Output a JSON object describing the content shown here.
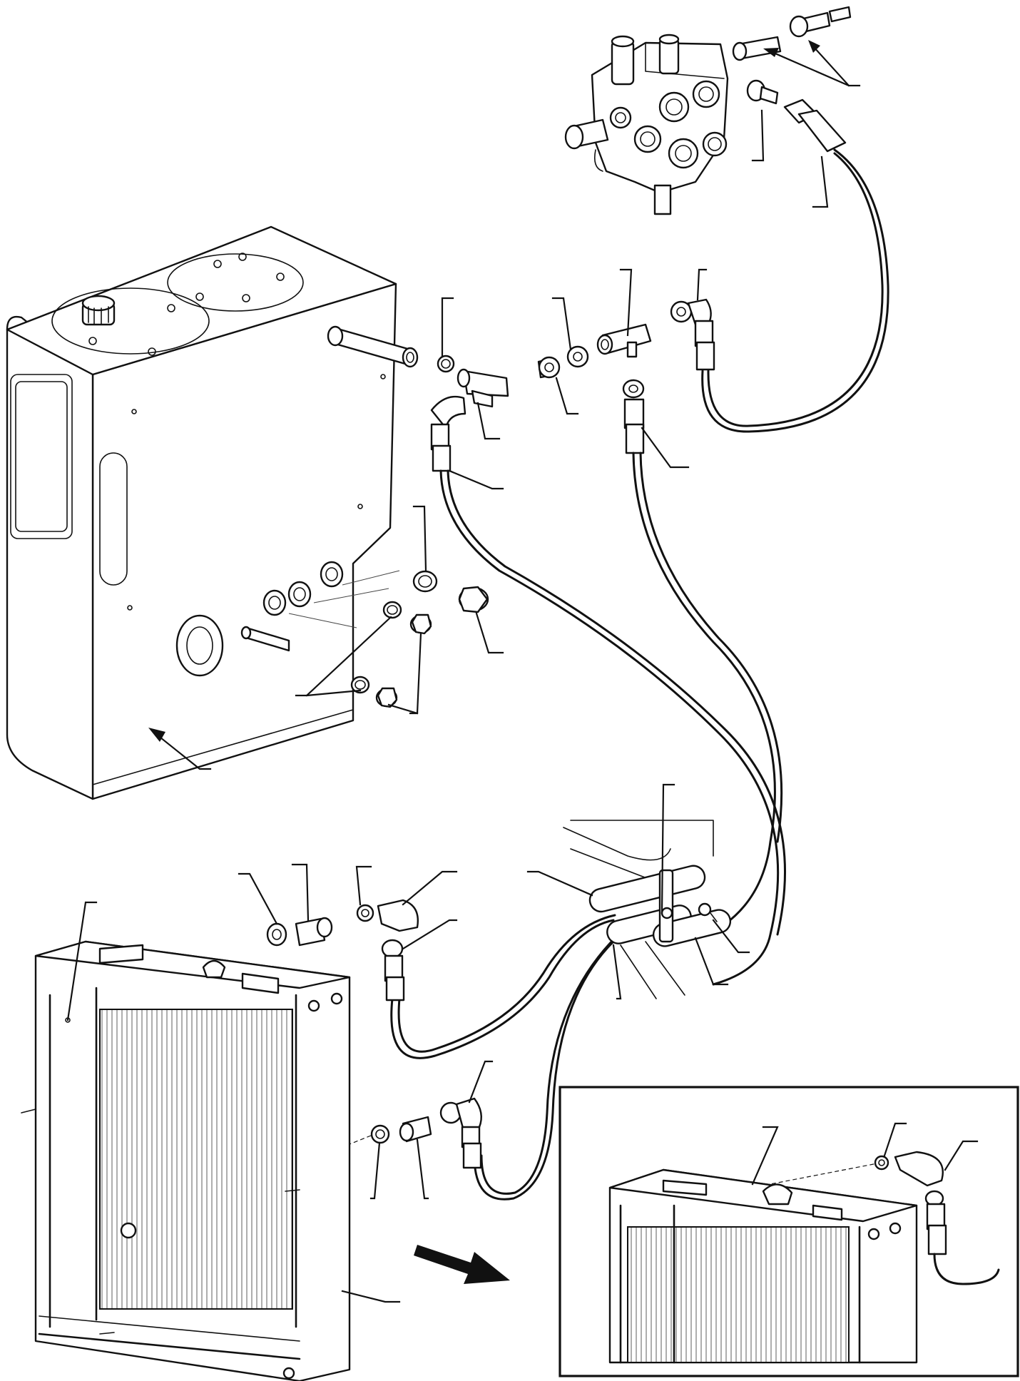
{
  "drawing": {
    "kind": "exploded parts view",
    "assemblies": [
      "hydraulic-tank",
      "control-valve",
      "oil-cooler-radiator",
      "detail-inset"
    ],
    "colors": {
      "line": "#111111",
      "background": "#ffffff",
      "hatch": "#555555"
    }
  }
}
